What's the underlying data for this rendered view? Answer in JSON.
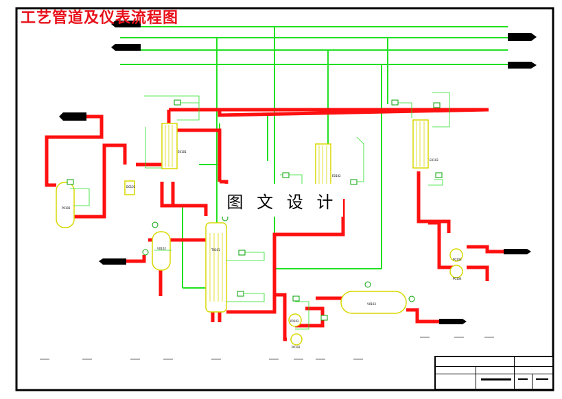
{
  "title": "工艺管道及仪表流程图",
  "watermark": "图 文 设 计",
  "colors": {
    "process_pipe": "#ff1010",
    "utility_line": "#20e020",
    "equipment": "#d8d800",
    "border": "#000000",
    "title_text": "#e8101a"
  },
  "equipment_tags": [
    "E0101",
    "E0102",
    "E0103",
    "T0101",
    "V0102",
    "V0103",
    "P0101",
    "P0102",
    "P0103",
    "P0104",
    "D0101"
  ],
  "icons": [
    "vessel-icon",
    "heat-exchanger-icon",
    "column-icon",
    "pump-icon",
    "instrument-bubble-icon",
    "pipe-arrow-icon"
  ]
}
